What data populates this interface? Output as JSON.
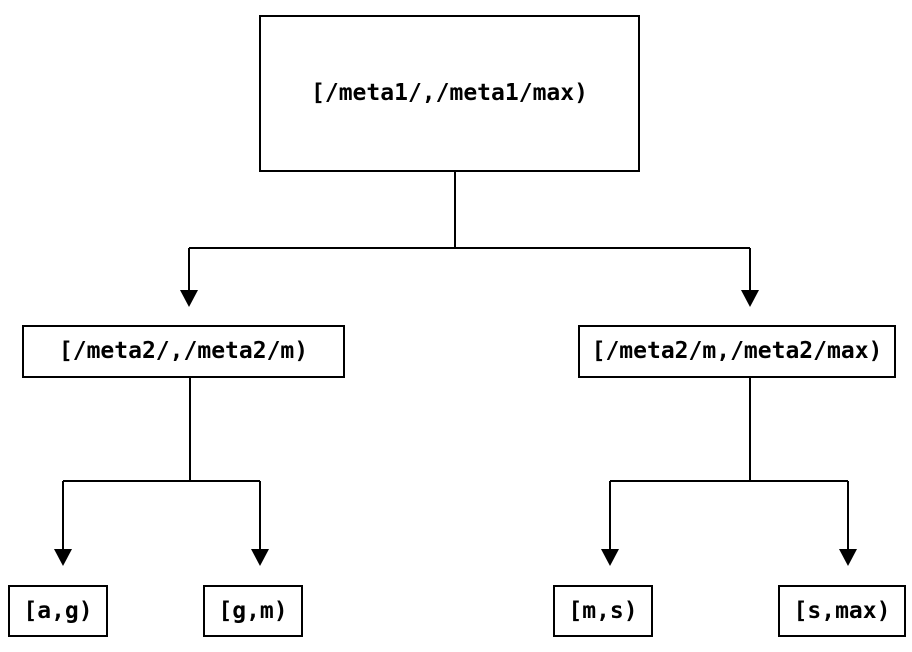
{
  "diagram": {
    "type": "tree",
    "root": {
      "label": "[/meta1/,/meta1/max)"
    },
    "children": [
      {
        "label": "[/meta2/,/meta2/m)"
      },
      {
        "label": "[/meta2/m,/meta2/max)"
      }
    ],
    "leaves": [
      {
        "label": "[a,g)"
      },
      {
        "label": "[g,m)"
      },
      {
        "label": "[m,s)"
      },
      {
        "label": "[s,max)"
      }
    ],
    "colors": {
      "line": "#000000",
      "text": "#000000",
      "box_border": "#000000",
      "background": "#ffffff"
    }
  }
}
